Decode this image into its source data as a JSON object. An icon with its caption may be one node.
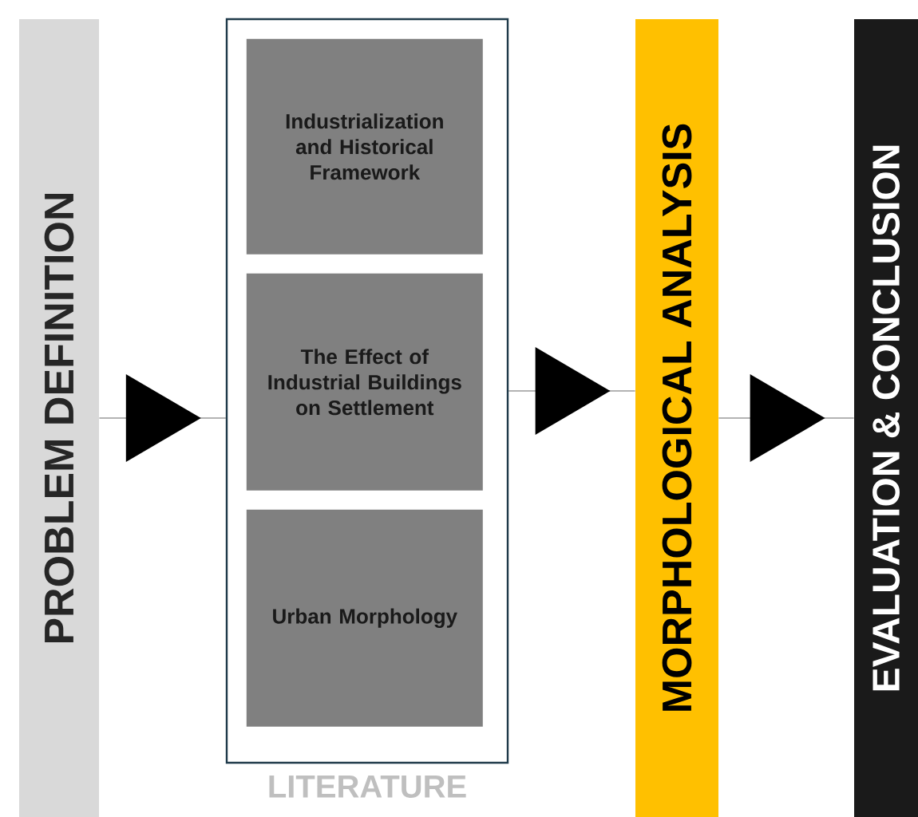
{
  "diagram": {
    "nodes": [
      {
        "text": [
          "PROBLEM DEFINITION"
        ]
      },
      {
        "text": [
          "LITERATURE"
        ]
      },
      {
        "text": [
          "Industrialization and Historical Framework"
        ],
        "in": 1
      },
      {
        "text": [
          "The Effect of Industrial Buildings on Settlement"
        ],
        "in": 1
      },
      {
        "text": [
          "Urban Morphology"
        ],
        "in": 1
      },
      {
        "text": [
          "MORPHOLOGICAL ANALYSIS"
        ]
      },
      {
        "text": [
          "EVALUATION & CONCLUSION"
        ]
      }
    ],
    "edges": [
      {
        "from": 0,
        "to": 1,
        "arrow": "to"
      },
      {
        "from": 1,
        "to": 5,
        "arrow": "to"
      },
      {
        "from": 5,
        "to": 6,
        "arrow": "to"
      }
    ]
  }
}
